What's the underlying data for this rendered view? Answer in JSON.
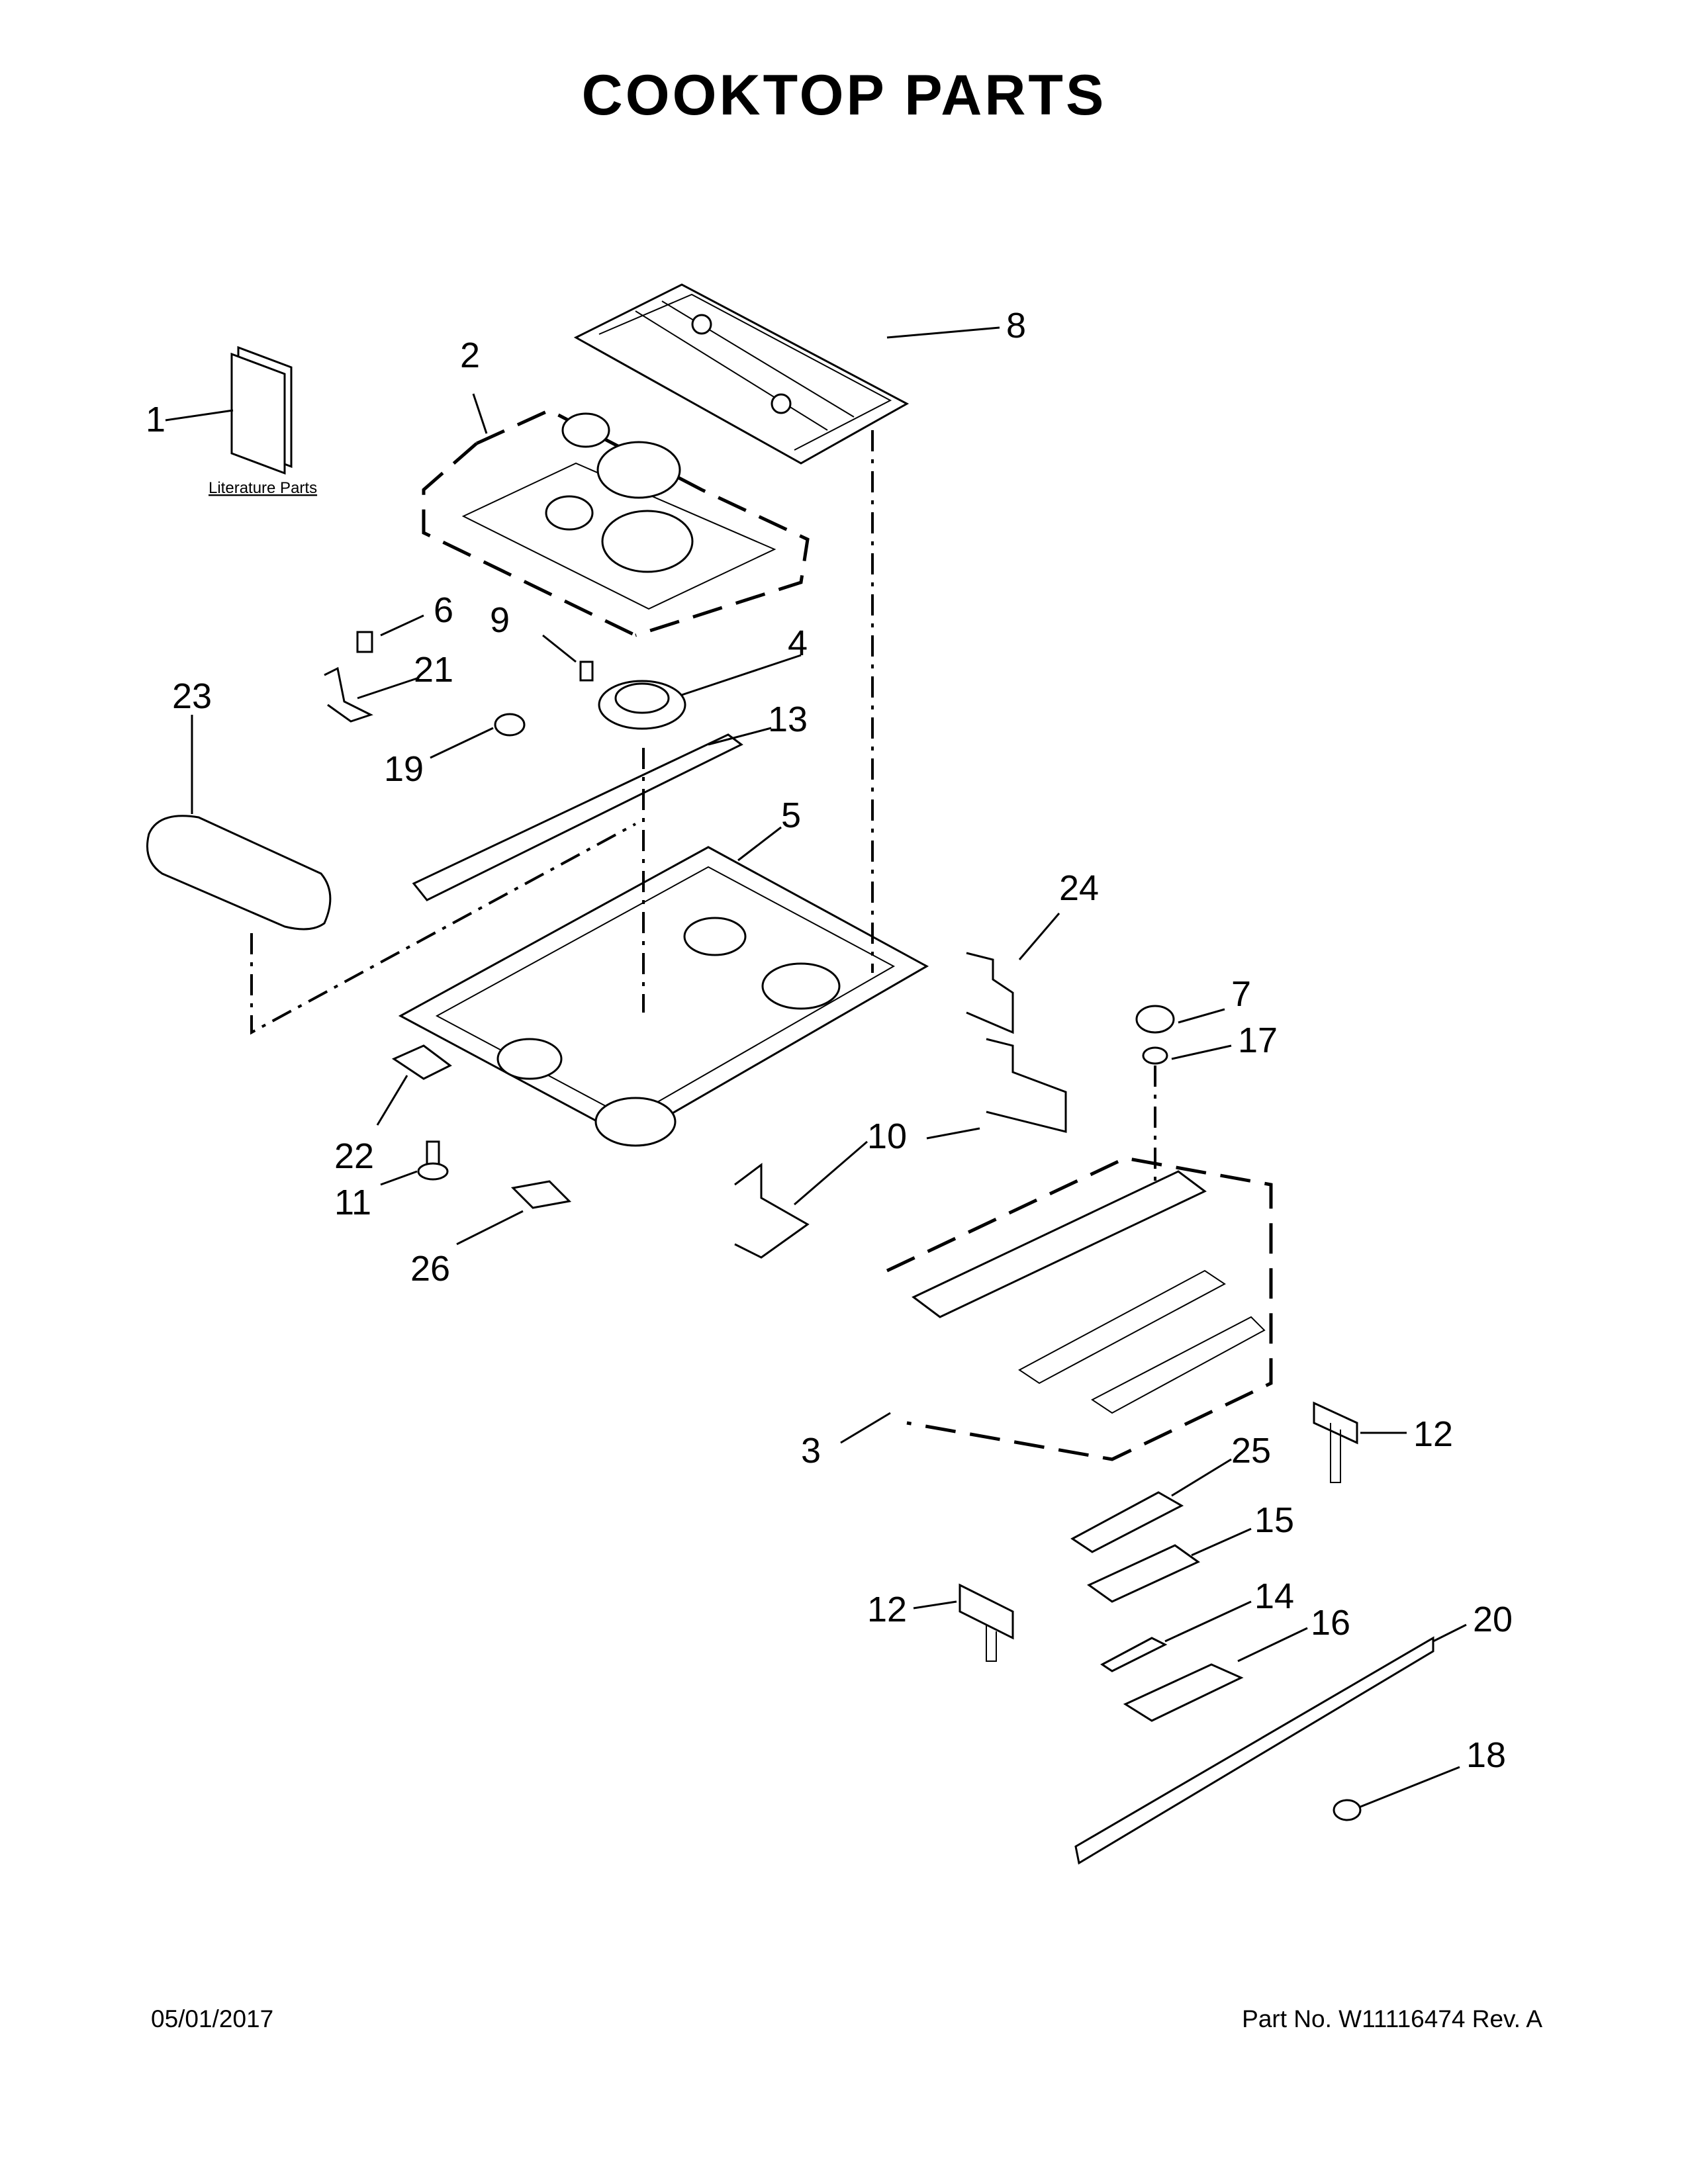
{
  "title": "COOKTOP PARTS",
  "literature_label": "Literature Parts",
  "callouts": [
    {
      "id": "c1",
      "label": "1"
    },
    {
      "id": "c2",
      "label": "2"
    },
    {
      "id": "c3",
      "label": "3"
    },
    {
      "id": "c4",
      "label": "4"
    },
    {
      "id": "c5",
      "label": "5"
    },
    {
      "id": "c6",
      "label": "6"
    },
    {
      "id": "c7",
      "label": "7"
    },
    {
      "id": "c8",
      "label": "8"
    },
    {
      "id": "c9",
      "label": "9"
    },
    {
      "id": "c10a",
      "label": "10"
    },
    {
      "id": "c10b",
      "label": "10"
    },
    {
      "id": "c11",
      "label": "11"
    },
    {
      "id": "c12a",
      "label": "12"
    },
    {
      "id": "c12b",
      "label": "12"
    },
    {
      "id": "c13",
      "label": "13"
    },
    {
      "id": "c14",
      "label": "14"
    },
    {
      "id": "c15",
      "label": "15"
    },
    {
      "id": "c16",
      "label": "16"
    },
    {
      "id": "c17",
      "label": "17"
    },
    {
      "id": "c18",
      "label": "18"
    },
    {
      "id": "c19",
      "label": "19"
    },
    {
      "id": "c20",
      "label": "20"
    },
    {
      "id": "c21",
      "label": "21"
    },
    {
      "id": "c22",
      "label": "22"
    },
    {
      "id": "c23",
      "label": "23"
    },
    {
      "id": "c24",
      "label": "24"
    },
    {
      "id": "c25",
      "label": "25"
    },
    {
      "id": "c26",
      "label": "26"
    }
  ],
  "footer": {
    "date": "05/01/2017",
    "part_number": "Part No.  W11116474  Rev.  A"
  }
}
